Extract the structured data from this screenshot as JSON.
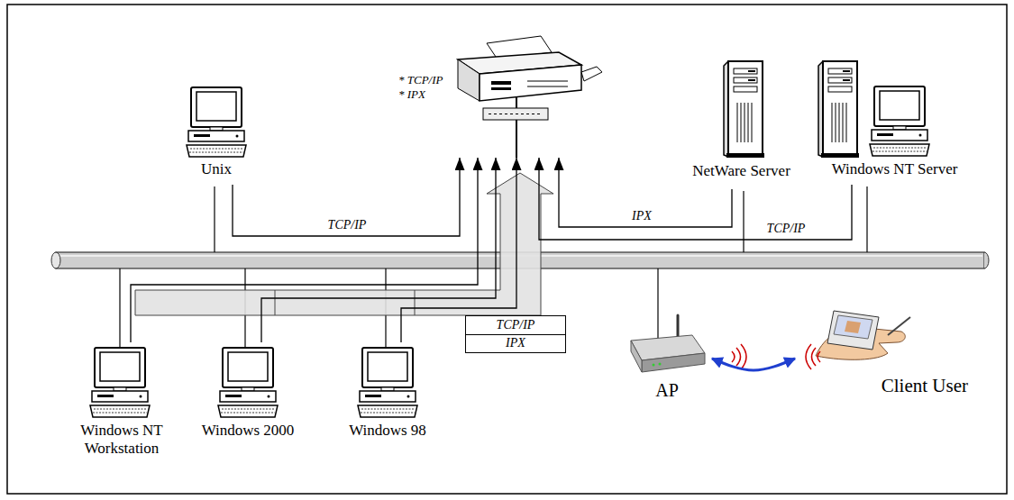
{
  "diagram": {
    "nodes": [
      {
        "text": [
          "Unix"
        ]
      },
      {
        "text": [
          "* TCP/IP",
          "* IPX"
        ]
      },
      {
        "text": [
          "NetWare Server"
        ]
      },
      {
        "text": [
          "Windows NT Server"
        ]
      },
      {
        "text": [
          "TCP/IP",
          "IPX"
        ]
      },
      {
        "text": [
          "Windows NT Workstation"
        ]
      },
      {
        "text": [
          "Windows 2000"
        ]
      },
      {
        "text": [
          "Windows 98"
        ]
      },
      {
        "text": [
          "AP"
        ]
      },
      {
        "text": [
          "Client User"
        ]
      }
    ],
    "edges": [
      {
        "from": 0,
        "to": 1,
        "arrow": "to",
        "label": "TCP/IP"
      },
      {
        "from": 2,
        "to": 1,
        "arrow": "to",
        "label": "IPX"
      },
      {
        "from": 3,
        "to": 1,
        "arrow": "to",
        "label": "TCP/IP"
      },
      {
        "from": 5,
        "to": 1,
        "arrow": "to"
      },
      {
        "from": 6,
        "to": 1,
        "arrow": "to"
      },
      {
        "from": 7,
        "to": 1,
        "arrow": "to"
      },
      {
        "from": 8,
        "to": 9,
        "arrow": "both"
      }
    ]
  }
}
